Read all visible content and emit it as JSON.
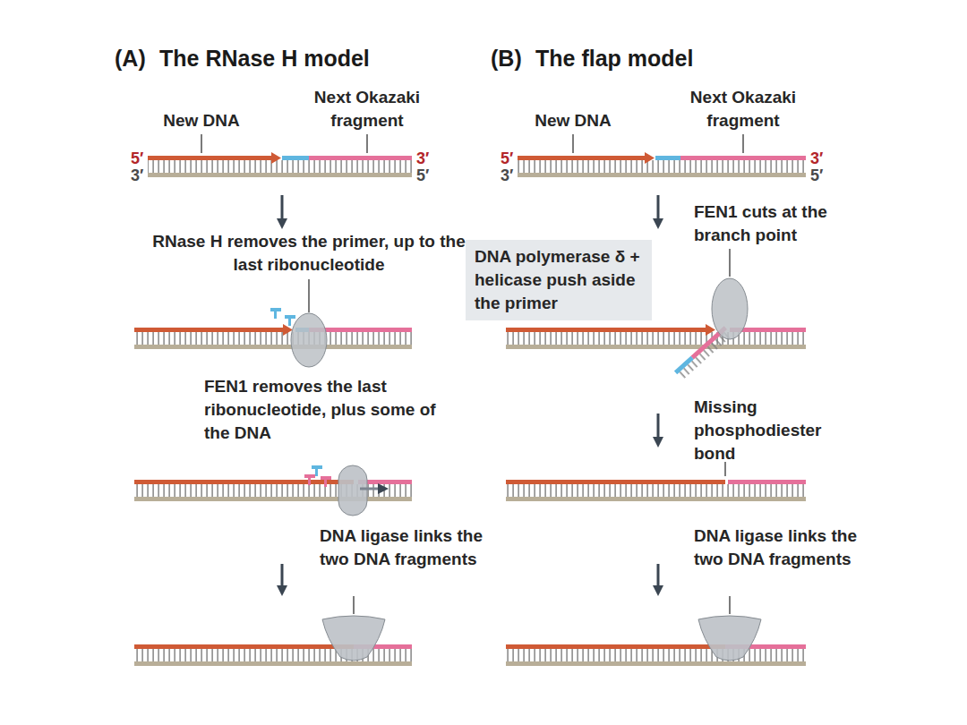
{
  "diagram": {
    "nodes": [
      {
        "text": [
          "DNA polymerase δ + helicase push aside the primer"
        ]
      }
    ],
    "labels": [
      "(A)",
      "The RNase H model",
      "New DNA",
      "Next Okazaki fragment",
      "5′",
      "3′",
      "3′",
      "5′",
      "RNase H removes the primer, up to the last ribonucleotide",
      "FEN1 removes the last ribonucleotide, plus some of the DNA",
      "DNA ligase links the two DNA fragments",
      "(B)",
      "The flap model",
      "New DNA",
      "Next Okazaki fragment",
      "5′",
      "3′",
      "3′",
      "5′",
      "FEN1 cuts at the branch point",
      "Missing phosphodiester bond",
      "DNA ligase links the two DNA fragments"
    ]
  }
}
